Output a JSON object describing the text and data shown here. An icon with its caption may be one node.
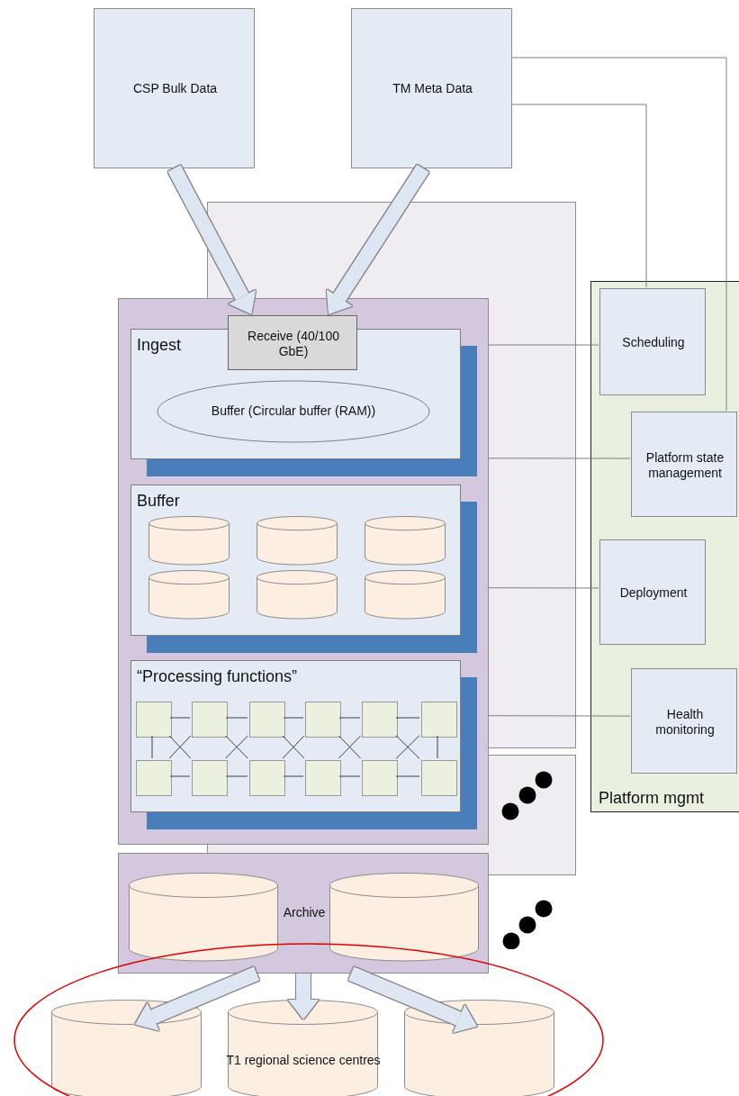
{
  "diagram": {
    "nodes": [
      {
        "text": [
          "CSP Bulk Data"
        ]
      },
      {
        "text": [
          "TM Meta Data"
        ]
      },
      {
        "text": [],
        "shape": "box"
      },
      {
        "text": [
          "Ingest"
        ],
        "in": 2
      },
      {
        "text": [
          "Receive (40/100 GbE)"
        ],
        "in": 2
      },
      {
        "text": [
          "Buffer (Circular buffer (RAM))"
        ],
        "in": 3
      },
      {
        "text": [
          "Buffer"
        ],
        "in": 2
      },
      {
        "text": [],
        "shape": "cylinder",
        "in": 6
      },
      {
        "text": [],
        "shape": "cylinder",
        "in": 6
      },
      {
        "text": [],
        "shape": "cylinder",
        "in": 6
      },
      {
        "text": [],
        "shape": "cylinder",
        "in": 6
      },
      {
        "text": [],
        "shape": "cylinder",
        "in": 6
      },
      {
        "text": [],
        "shape": "cylinder",
        "in": 6
      },
      {
        "text": [
          "“Processing functions”"
        ],
        "in": 2
      },
      {
        "text": [],
        "shape": "box",
        "in": 13
      },
      {
        "text": [],
        "shape": "box",
        "in": 13
      },
      {
        "text": [],
        "shape": "box",
        "in": 13
      },
      {
        "text": [],
        "shape": "box",
        "in": 13
      },
      {
        "text": [],
        "shape": "box",
        "in": 13
      },
      {
        "text": [],
        "shape": "box",
        "in": 13
      },
      {
        "text": [],
        "shape": "box",
        "in": 13
      },
      {
        "text": [],
        "shape": "box",
        "in": 13
      },
      {
        "text": [],
        "shape": "box",
        "in": 13
      },
      {
        "text": [],
        "shape": "box",
        "in": 13
      },
      {
        "text": [],
        "shape": "box",
        "in": 13
      },
      {
        "text": [],
        "shape": "box",
        "in": 13
      },
      {
        "text": [
          "Archive"
        ]
      },
      {
        "text": [],
        "shape": "cylinder",
        "in": 26
      },
      {
        "text": [],
        "shape": "cylinder",
        "in": 26
      },
      {
        "text": [],
        "shape": "ellipse"
      },
      {
        "text": [],
        "shape": "cylinder",
        "in": 29
      },
      {
        "text": [
          "T1 regional science centres"
        ],
        "in": 29
      },
      {
        "text": [],
        "shape": "cylinder",
        "in": 29
      },
      {
        "text": [
          "Platform mgmt"
        ]
      },
      {
        "text": [
          "Scheduling"
        ],
        "in": 33
      },
      {
        "text": [
          "Platform state management"
        ],
        "in": 33
      },
      {
        "text": [
          "Deployment"
        ],
        "in": 33
      },
      {
        "text": [
          "Health monitoring"
        ],
        "in": 33
      }
    ],
    "edges": [
      {
        "from": 0,
        "to": 4,
        "arrow": "to",
        "style": "thick",
        "color": "#dde6f2"
      },
      {
        "from": 1,
        "to": 4,
        "arrow": "to",
        "style": "thick",
        "color": "#dde6f2"
      },
      {
        "from": 1,
        "to": 35,
        "arrow": "none"
      },
      {
        "from": 1,
        "to": 34,
        "arrow": "none"
      },
      {
        "from": 2,
        "to": 34,
        "arrow": "none"
      },
      {
        "from": 2,
        "to": 35,
        "arrow": "none"
      },
      {
        "from": 2,
        "to": 36,
        "arrow": "none"
      },
      {
        "from": 2,
        "to": 37,
        "arrow": "none"
      },
      {
        "from": 14,
        "to": 20,
        "arrow": "none"
      },
      {
        "from": 19,
        "to": 25,
        "arrow": "none"
      },
      {
        "from": 14,
        "to": 15,
        "arrow": "none"
      },
      {
        "from": 20,
        "to": 21,
        "arrow": "none"
      },
      {
        "from": 14,
        "to": 21,
        "arrow": "none"
      },
      {
        "from": 20,
        "to": 15,
        "arrow": "none"
      },
      {
        "from": 15,
        "to": 16,
        "arrow": "none"
      },
      {
        "from": 21,
        "to": 22,
        "arrow": "none"
      },
      {
        "from": 15,
        "to": 22,
        "arrow": "none"
      },
      {
        "from": 21,
        "to": 16,
        "arrow": "none"
      },
      {
        "from": 16,
        "to": 17,
        "arrow": "none"
      },
      {
        "from": 22,
        "to": 23,
        "arrow": "none"
      },
      {
        "from": 16,
        "to": 23,
        "arrow": "none"
      },
      {
        "from": 22,
        "to": 17,
        "arrow": "none"
      },
      {
        "from": 17,
        "to": 18,
        "arrow": "none"
      },
      {
        "from": 23,
        "to": 24,
        "arrow": "none"
      },
      {
        "from": 17,
        "to": 24,
        "arrow": "none"
      },
      {
        "from": 23,
        "to": 18,
        "arrow": "none"
      },
      {
        "from": 18,
        "to": 19,
        "arrow": "none"
      },
      {
        "from": 24,
        "to": 25,
        "arrow": "none"
      },
      {
        "from": 18,
        "to": 25,
        "arrow": "none"
      },
      {
        "from": 24,
        "to": 19,
        "arrow": "none"
      },
      {
        "from": 26,
        "to": 30,
        "arrow": "to",
        "style": "thick",
        "color": "#dde6f2"
      },
      {
        "from": 26,
        "to": 31,
        "arrow": "to",
        "style": "thick",
        "color": "#dde6f2"
      },
      {
        "from": 26,
        "to": 32,
        "arrow": "to",
        "style": "thick",
        "color": "#dde6f2"
      }
    ]
  }
}
